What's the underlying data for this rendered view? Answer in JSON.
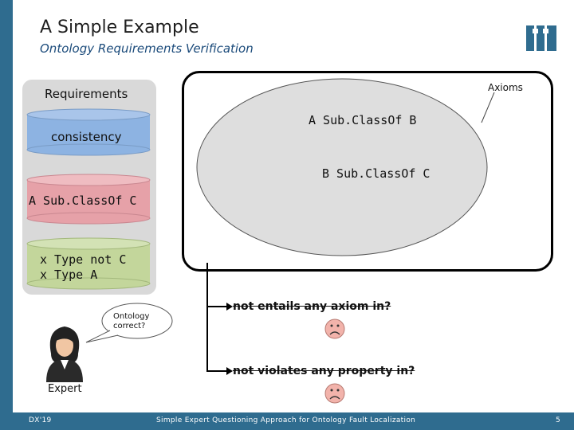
{
  "slide": {
    "title": "A Simple Example",
    "subtitle": "Ontology Requirements Verification",
    "page_number": "5"
  },
  "requirements": {
    "label": "Requirements",
    "items": [
      {
        "text": "consistency",
        "color": "#8db3e2"
      },
      {
        "text": "A Sub.ClassOf C",
        "color": "#e6a1a8"
      },
      {
        "text": "x Type not C",
        "color": "#c3d69b"
      },
      {
        "text": "x Type A",
        "color": "#c3d69b"
      }
    ]
  },
  "axioms": {
    "label": "Axioms",
    "items": [
      "A Sub.ClassOf B",
      "B Sub.ClassOf C"
    ]
  },
  "expert": {
    "label": "Expert",
    "question": "Ontology correct?"
  },
  "queries": [
    {
      "text": "not entails any axiom in?"
    },
    {
      "text": "not violates any property in?"
    }
  ],
  "footer": {
    "left": "DX'19",
    "center": "Simple Expert Questioning Approach for Ontology Fault Localization",
    "right": "5"
  },
  "colors": {
    "accent": "#2f6c8f",
    "title_blue": "#1a4a7a",
    "sad_face": "#f2b3ab"
  }
}
